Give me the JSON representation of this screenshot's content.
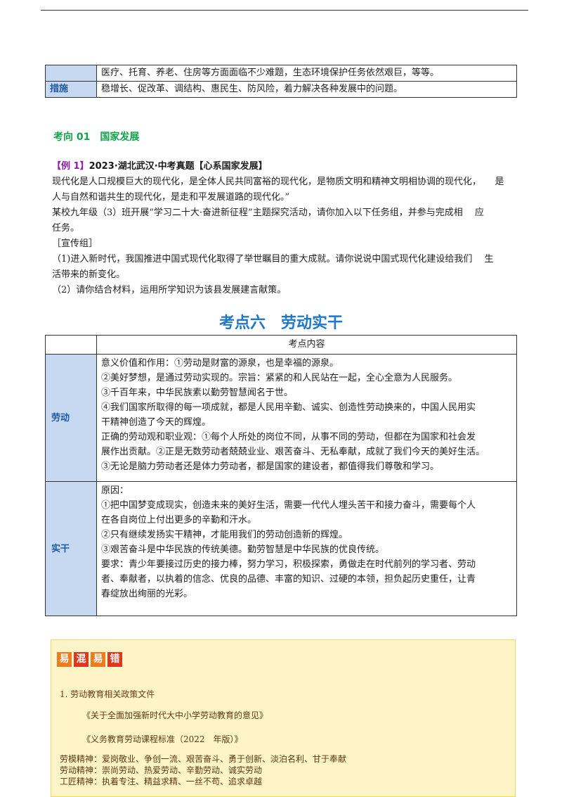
{
  "top_table": {
    "rows": [
      {
        "label": "",
        "content": "医疗、托育、养老、住房等方面面临不少难题，生态环境保护任务依然艰巨，等等。"
      },
      {
        "label": "措施",
        "content": "稳增长、促改革、调结构、惠民生、防风险，着力解决各种发展中的问题。"
      }
    ]
  },
  "section": {
    "title": "考向 01　国家发展"
  },
  "example": {
    "bracket_open": "【例 1】",
    "source": "2023·湖北武汉·中考真题",
    "tag": "【心系国家发展】",
    "lines": [
      "现代化是人口规模巨大的现代化，是全体人民共同富裕的现代化，是物质文明和精神文明相协调的现代化，　　是",
      "人与自然和谐共生的现代化，是走和平发展道路的现代化。”",
      "某校九年级（3）班开展“学习二十大·奋进新征程”主题探究活动，请你加入以下任务组，并参与完成相　 应",
      "任务。",
      "［宣传组］",
      "（1)进入新时代，我国推进中国式现代化取得了举世瞩目的重大成就。请你说说中国式现代化建设给我们　 生",
      "活带来的新变化。",
      "（2）请你结合材料，运用所学知识为该县发展建言献策。"
    ]
  },
  "kaodian": {
    "title": "考点六　劳动实干",
    "header": "考点内容",
    "rows": [
      {
        "label": "劳动",
        "lines": [
          "意义价值和作用：①劳动是财富的源泉，也是幸福的源泉。",
          "②美好梦想，是通过劳动实现的。宗旨：紧紧的和人民站在一起，全心全意为人民服务。",
          "③千百年来，中华民族素以勤劳智慧闻名于世。",
          "④我们国家所取得的每一项成就，都是人民用辛勤、诚实、创造性劳动换来的，中国人民用实",
          "干精神创造了今天的辉煌。",
          "正确的劳动观和职业观：①每个人所处的岗位不同，从事不同的劳动，但都在为国家和社会发",
          "展作出贡献。②正是无数劳动者兢兢业业、艰苦奋斗、无私奉献，成就了我们今天的美好生活。",
          "③无论是脑力劳动者还是体力劳动者，都是国家的建设者，都值得我们尊敬和学习。"
        ]
      },
      {
        "label": "实干",
        "lines": [
          "原因：",
          "①把中国梦变成现实，创造未来的美好生活，需要一代代人埋头苦干和接力奋斗，需要每个人",
          "在各自岗位上付出更多的辛勤和汗水。",
          "②只有继续发扬实干精神，才能用我们的劳动创造新的辉煌。",
          "③艰苦奋斗是中华民族的传统美德。勤劳智慧是中华民族的优良传统。",
          "要求：青少年要接过历史的接力棒，努力学习，积极探索，勇做走在时代前列的学习者、劳动",
          "者、奉献者，以执着的信念、优良的品德、丰富的知识、过硬的本领，担负起历史重任，让青",
          "春绽放出绚丽的光彩。"
        ]
      }
    ]
  },
  "confusion_box": {
    "tags": [
      "易",
      "混",
      "易",
      "错"
    ],
    "item_title": "1. 劳动教育相关政策文件",
    "docs": [
      "《关于全面加强新时代大中小学劳动教育的意见》",
      "《义务教育劳动课程标准（2022　年版）》"
    ],
    "spirits": [
      "劳模精神：爱岗敬业、争创一流、艰苦奋斗、勇于创新、淡泊名利、甘于奉献",
      "劳动精神：崇尚劳动、热爱劳动、辛勤劳动、诚实劳动",
      "工匠精神：执着专注、精益求精、一丝不苟、追求卓越"
    ]
  }
}
